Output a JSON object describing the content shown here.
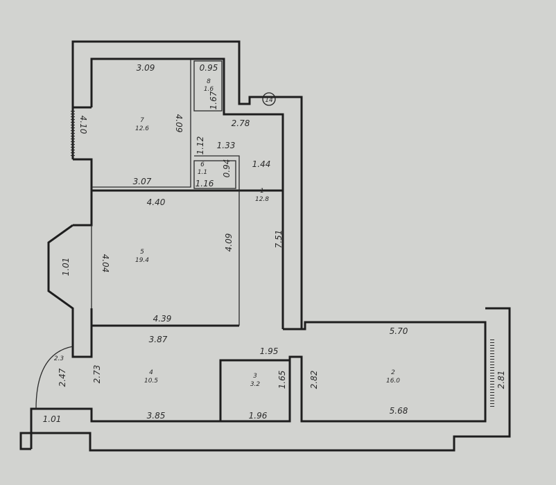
{
  "plan": {
    "balcony_marker": "14",
    "rooms": [
      {
        "number": "1",
        "area": "12.8"
      },
      {
        "number": "2",
        "area": "16.0"
      },
      {
        "number": "3",
        "area": "3.2"
      },
      {
        "number": "4",
        "area": "10.5"
      },
      {
        "number": "5",
        "area": "19.4"
      },
      {
        "number": "6",
        "area": "1.1"
      },
      {
        "number": "7",
        "area": "12.6"
      },
      {
        "number": "8",
        "area": "1.6"
      }
    ],
    "dimensions": {
      "r7_top": "3.09",
      "r7_left": "4.10",
      "r7_right": "4.09",
      "r7_bottom": "3.07",
      "r8_top": "0.95",
      "r8_side": "1.67",
      "hall_top": "2.78",
      "r6_side": "1.12",
      "r6_top": "1.33",
      "r6_right": "0.94",
      "r6_bottom": "1.16",
      "r1_width": "1.44",
      "r1_length": "7.51",
      "r5_top": "4.40",
      "r5_left": "4.04",
      "r5_right": "4.09",
      "r5_bay": "1.01",
      "r5_bottom": "4.39",
      "r4_top": "3.87",
      "r4_left": "2.73",
      "r4_bottom": "3.85",
      "porch_a": "2.3",
      "porch_b": "2.47",
      "porch_c": "1.01",
      "r3_top": "1.95",
      "r3_side": "1.65",
      "r3_bottom": "1.96",
      "r2_top": "5.70",
      "r2_left": "2.82",
      "r2_right": "2.81",
      "r2_bottom": "5.68"
    }
  }
}
